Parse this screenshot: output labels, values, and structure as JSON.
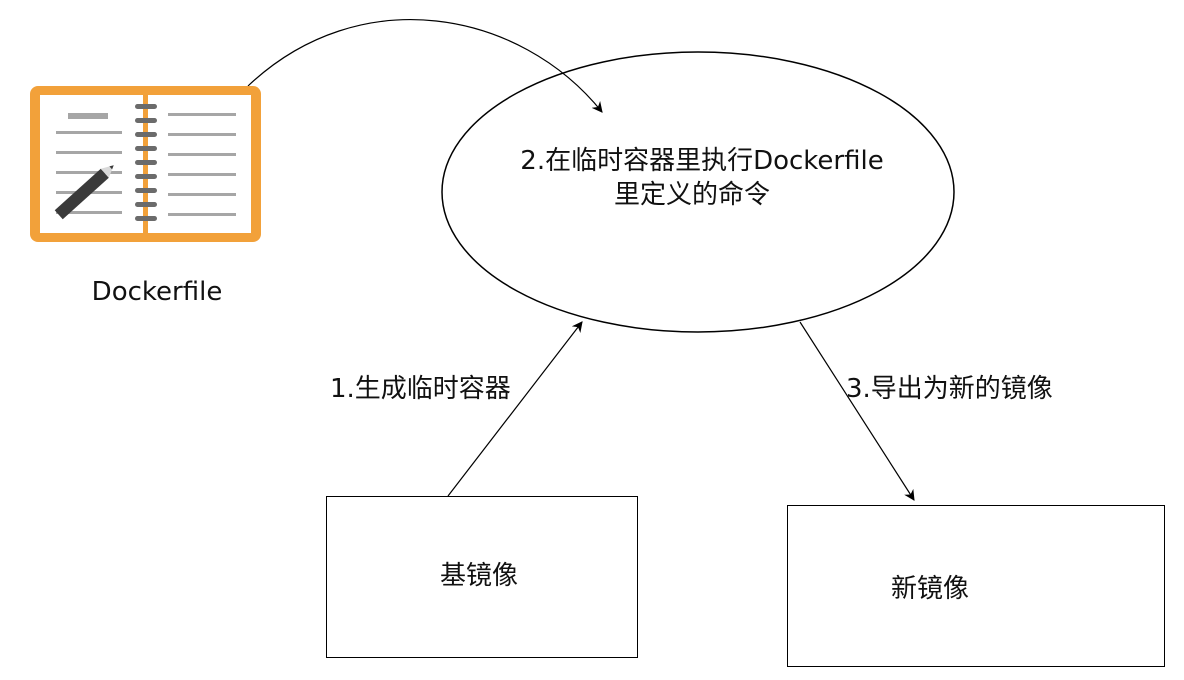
{
  "nodes": {
    "dockerfile_label": "Dockerfile",
    "ellipse_line1": "2.在临时容器里执行Dockerfile",
    "ellipse_line2": "里定义的命令",
    "base_image": "基镜像",
    "new_image": "新镜像"
  },
  "edges": {
    "step1": "1.生成临时容器",
    "step3": "3.导出为新的镜像"
  },
  "colors": {
    "book_orange": "#f2a13a",
    "book_page": "#ffffff",
    "book_line": "#a6a6a6",
    "ring": "#6b6b6b",
    "pencil": "#3a3a3a",
    "stroke": "#000000"
  },
  "icons": {
    "dockerfile": "notebook-pencil-icon"
  }
}
